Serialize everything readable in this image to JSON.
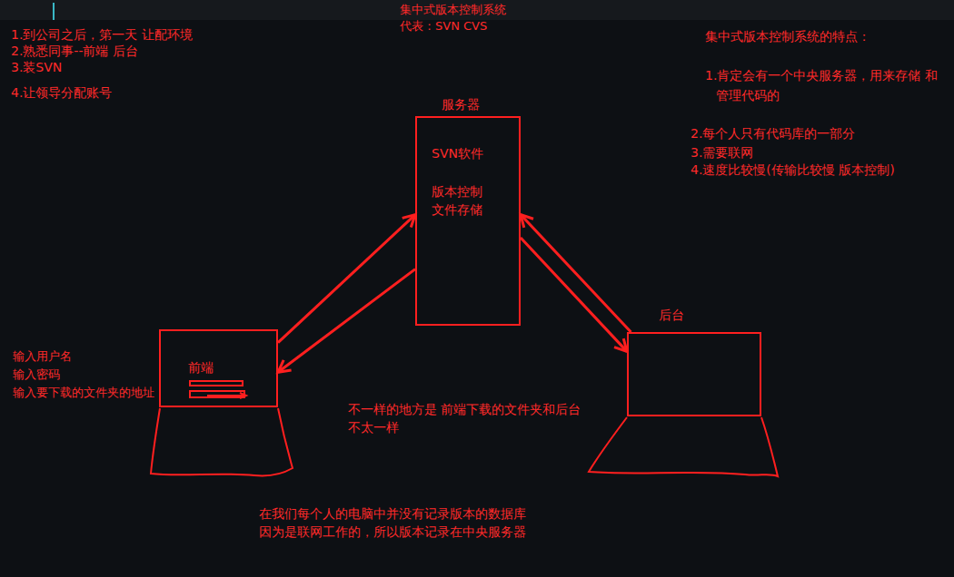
{
  "diagram": {
    "title": "集中式版本控制系统",
    "nodes": [
      {
        "text": [
          "服务器",
          "SVN软件",
          "版本控制",
          "文件存储"
        ]
      },
      {
        "text": [
          "前端"
        ]
      },
      {
        "text": [
          "后台"
        ]
      }
    ],
    "edges": [
      {
        "from": 1,
        "to": 0,
        "arrow": "to"
      },
      {
        "from": 0,
        "to": 1,
        "arrow": "to"
      },
      {
        "from": 0,
        "to": 2,
        "arrow": "to"
      },
      {
        "from": 2,
        "to": 0,
        "arrow": "to"
      }
    ],
    "labels": [
      "代表：SVN CVS",
      "1.到公司之后，第一天 让配环境",
      "2.熟悉同事--前端 后台",
      "3.装SVN",
      "4.让领导分配账号",
      "集中式版本控制系统的特点：",
      "1.肯定会有一个中央服务器，用来存储 和管理代码的",
      "2.每个人只有代码库的一部分",
      "3.需要联网",
      "4.速度比较慢(传输比较慢 版本控制)",
      "输入用户名",
      "输入密码",
      "输入要下载的文件夹的地址",
      "不一样的地方是 前端下载的文件夹和后台 不太一样",
      "在我们每个人的电脑中并没有记录版本的数据库 因为是联网工作的，所以版本记录在中央服务器"
    ]
  }
}
